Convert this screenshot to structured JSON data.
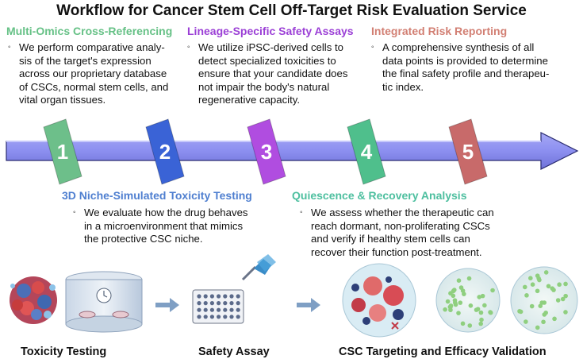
{
  "title": "Workflow for Cancer Stem Cell Off-Target Risk Evaluation Service",
  "steps": [
    {
      "number": "1",
      "heading": "Multi-Omics Cross-Referencing",
      "color": "#6dbf8a",
      "lines": [
        "We perform comparative analy-",
        "sis of the target's expression",
        "across our proprietary database",
        "of CSCs, normal stem cells, and",
        "vital organ tissues."
      ]
    },
    {
      "number": "2",
      "heading": "3D Niche-Simulated Toxicity Testing",
      "color": "#3a63d6",
      "lines": [
        "We evaluate how the drug behaves",
        "in a microenvironment that mimics",
        "the protective CSC niche."
      ]
    },
    {
      "number": "3",
      "heading": "Lineage-Specific Safety Assays",
      "color": "#b04de0",
      "lines": [
        "We utilize iPSC-derived cells to",
        "detect specialized toxicities to",
        "ensure that your candidate does",
        "not impair the body's natural",
        "regenerative capacity."
      ]
    },
    {
      "number": "4",
      "heading": "Quiescence & Recovery Analysis",
      "color": "#4fbf8c",
      "lines": [
        "We assess whether the therapeutic can",
        "reach dormant, non-proliferating CSCs",
        "and verify if healthy stem cells can",
        "recover their function post-treatment."
      ]
    },
    {
      "number": "5",
      "heading": "Integrated Risk Reporting",
      "color": "#c86a6a",
      "lines": [
        "A comprehensive synthesis of all",
        "data points is provided to determine",
        "the final safety profile and therapeu-",
        "tic index."
      ]
    }
  ],
  "bottom": {
    "toxicity_label": "Toxicity Testing",
    "safety_label": "Safety Assay",
    "csc_label": "CSC Targeting and Efficacy Validation"
  },
  "colors": {
    "arrow_fill": "#8c8ff0",
    "arrow_dark": "#6f72d8",
    "arrow_outline": "#2a2c70",
    "head_green": "#66c186",
    "head_purple": "#9b3fd6",
    "head_salmon": "#d27f73",
    "head_blue": "#4f7fd0",
    "head_teal": "#4dbf9f"
  }
}
